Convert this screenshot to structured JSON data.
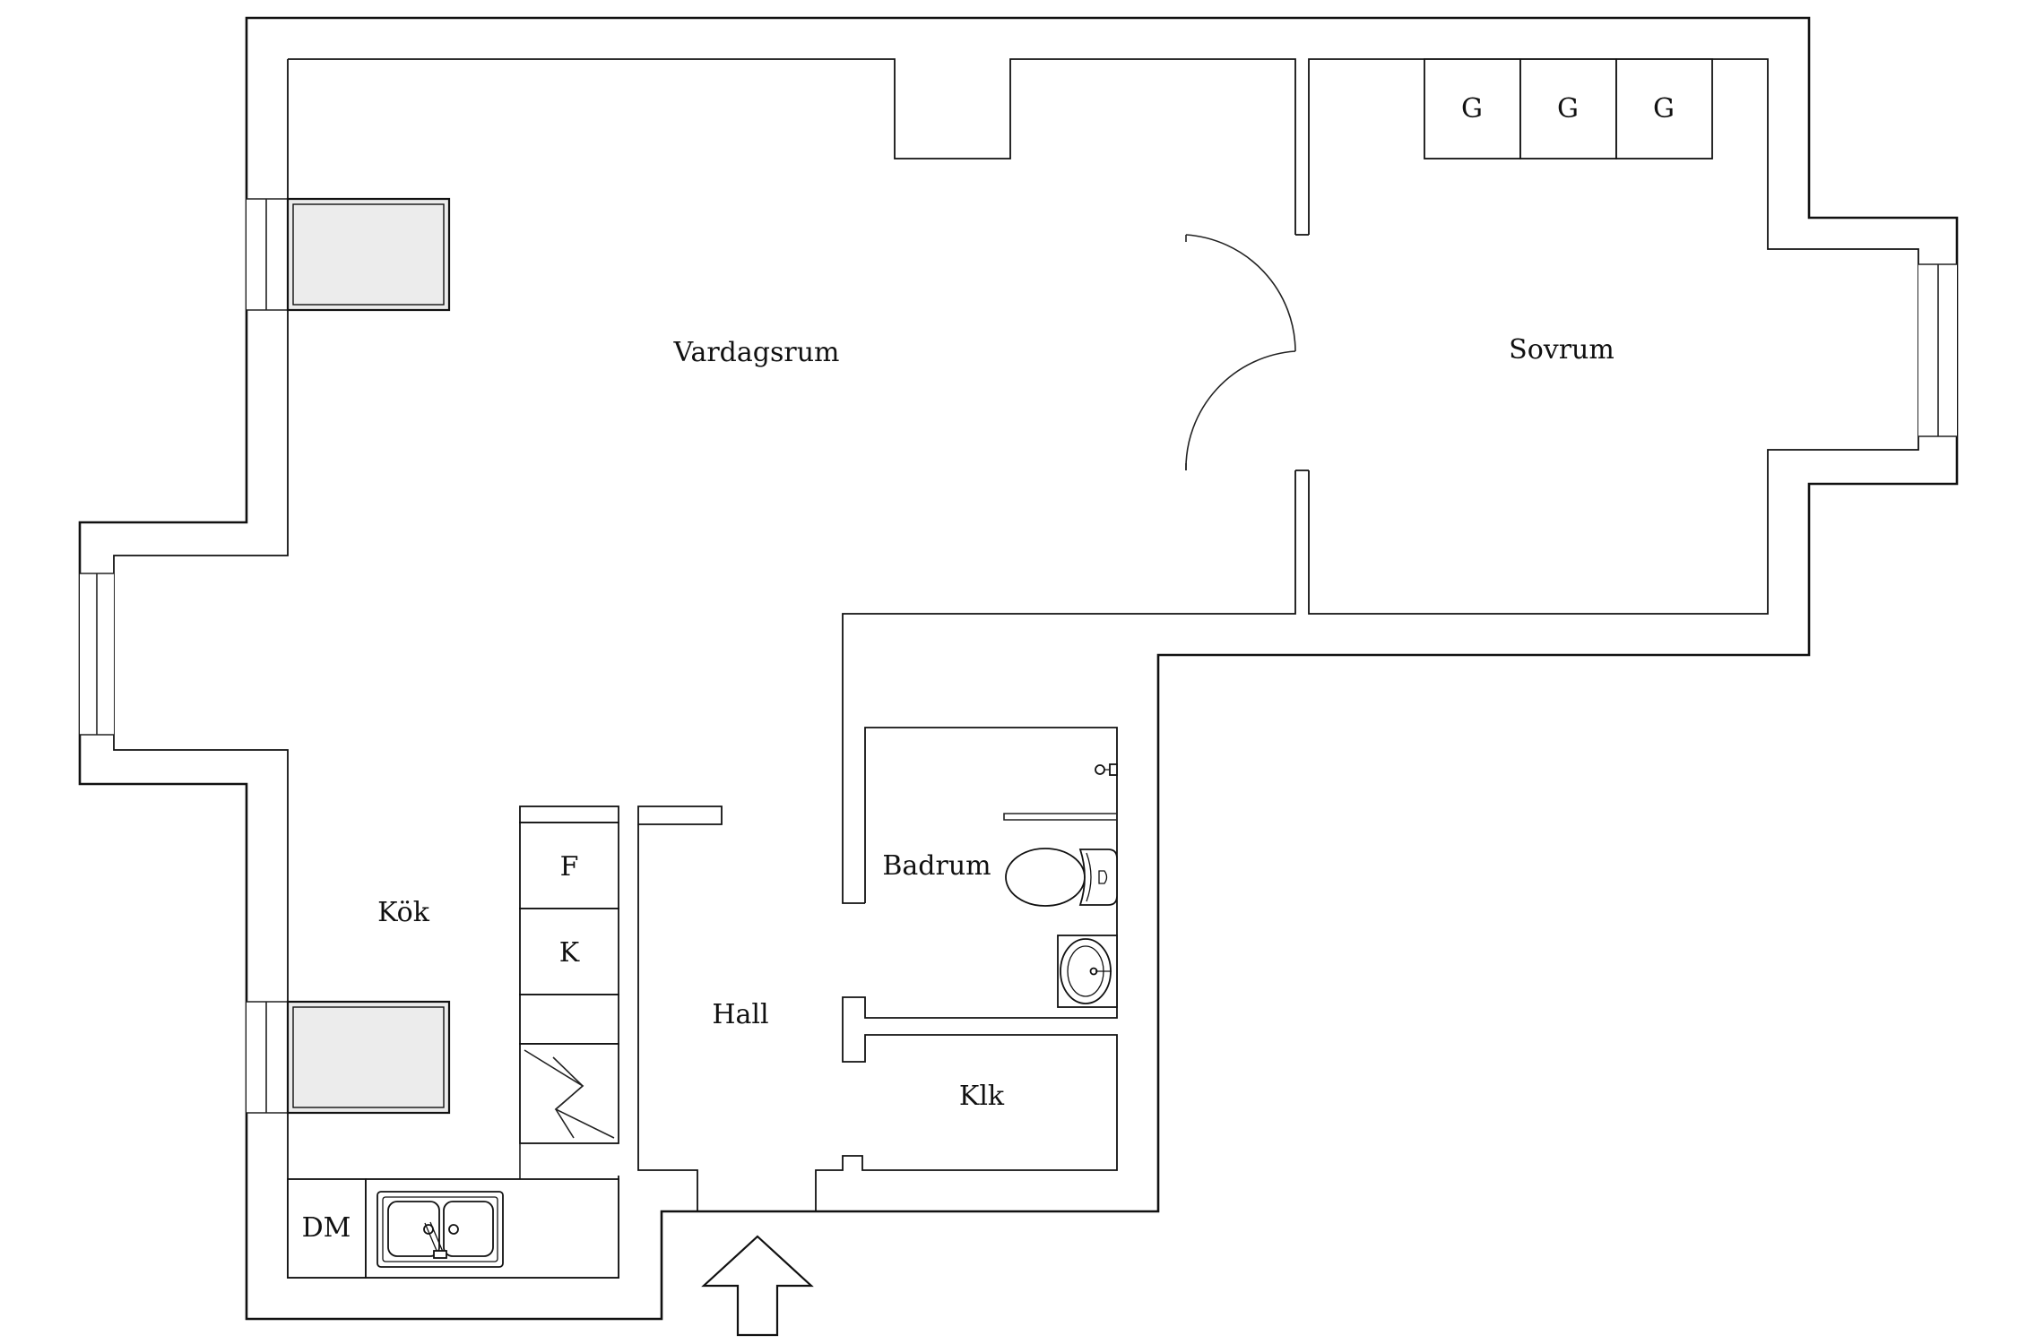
{
  "plan": {
    "rooms": {
      "vardagsrum": "Vardagsrum",
      "sovrum": "Sovrum",
      "kok": "Kök",
      "badrum": "Badrum",
      "hall": "Hall",
      "klk": "Klk"
    },
    "wardrobes": [
      "G",
      "G",
      "G"
    ],
    "kitchen_units": {
      "fridge": "F",
      "freezer": "K",
      "dishwasher": "DM"
    },
    "entrance": {
      "icon": "entrance-arrow-icon"
    },
    "colors": {
      "line": "#111111",
      "background": "#ffffff",
      "radiator_fill": "#ebebeb"
    }
  }
}
